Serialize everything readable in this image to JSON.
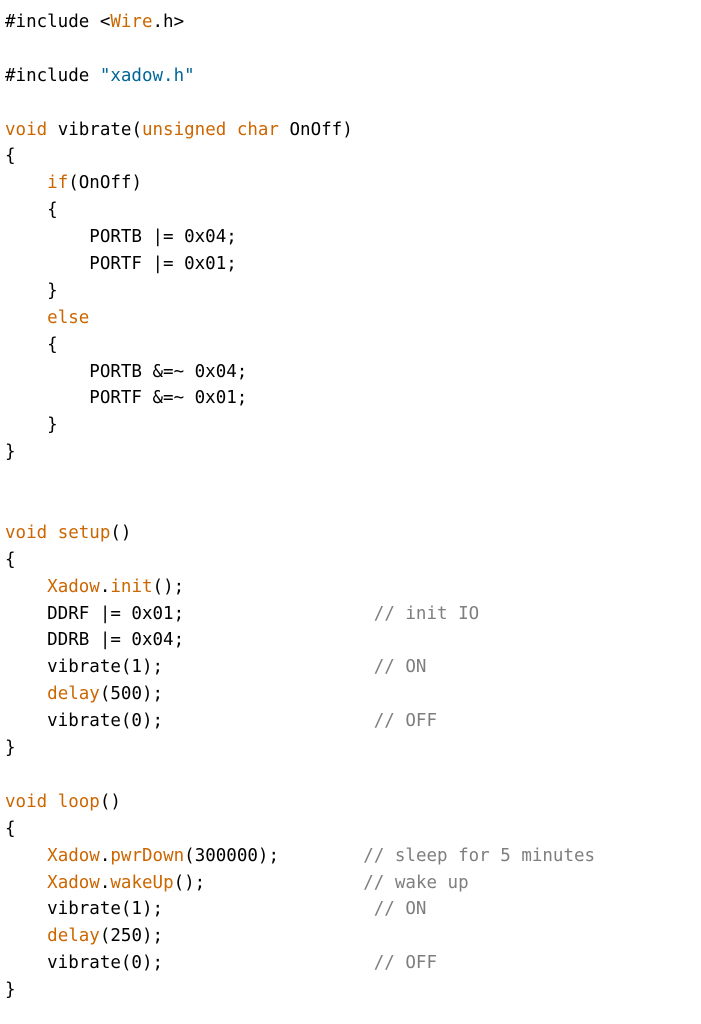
{
  "colors": {
    "default": "#000000",
    "keyword": "#cc6600",
    "string": "#006699",
    "comment": "#7e7e7e"
  },
  "code": {
    "language": "arduino",
    "lines": [
      [
        [
          "default",
          "#include <"
        ],
        [
          "keyword",
          "Wire"
        ],
        [
          "default",
          ".h>"
        ]
      ],
      [],
      [
        [
          "default",
          "#include "
        ],
        [
          "string",
          "\"xadow.h\""
        ]
      ],
      [],
      [
        [
          "keyword",
          "void"
        ],
        [
          "default",
          " vibrate("
        ],
        [
          "keyword",
          "unsigned"
        ],
        [
          "default",
          " "
        ],
        [
          "keyword",
          "char"
        ],
        [
          "default",
          " OnOff)"
        ]
      ],
      [
        [
          "default",
          "{"
        ]
      ],
      [
        [
          "default",
          "    "
        ],
        [
          "keyword",
          "if"
        ],
        [
          "default",
          "(OnOff)"
        ]
      ],
      [
        [
          "default",
          "    {"
        ]
      ],
      [
        [
          "default",
          "        PORTB |= 0x04;"
        ]
      ],
      [
        [
          "default",
          "        PORTF |= 0x01;"
        ]
      ],
      [
        [
          "default",
          "    }"
        ]
      ],
      [
        [
          "default",
          "    "
        ],
        [
          "keyword",
          "else"
        ]
      ],
      [
        [
          "default",
          "    {"
        ]
      ],
      [
        [
          "default",
          "        PORTB &=~ 0x04;"
        ]
      ],
      [
        [
          "default",
          "        PORTF &=~ 0x01;"
        ]
      ],
      [
        [
          "default",
          "    }"
        ]
      ],
      [
        [
          "default",
          "}"
        ]
      ],
      [],
      [],
      [
        [
          "keyword",
          "void"
        ],
        [
          "default",
          " "
        ],
        [
          "keyword",
          "setup"
        ],
        [
          "default",
          "()"
        ]
      ],
      [
        [
          "default",
          "{"
        ]
      ],
      [
        [
          "default",
          "    "
        ],
        [
          "keyword",
          "Xadow"
        ],
        [
          "default",
          "."
        ],
        [
          "keyword",
          "init"
        ],
        [
          "default",
          "();"
        ]
      ],
      [
        [
          "default",
          "    DDRF |= 0x01;"
        ],
        [
          "default",
          "                  "
        ],
        [
          "comment",
          "// init IO"
        ]
      ],
      [
        [
          "default",
          "    DDRB |= 0x04;"
        ]
      ],
      [
        [
          "default",
          "    vibrate(1);"
        ],
        [
          "default",
          "                    "
        ],
        [
          "comment",
          "// ON"
        ]
      ],
      [
        [
          "default",
          "    "
        ],
        [
          "keyword",
          "delay"
        ],
        [
          "default",
          "(500);"
        ]
      ],
      [
        [
          "default",
          "    vibrate(0);"
        ],
        [
          "default",
          "                    "
        ],
        [
          "comment",
          "// OFF"
        ]
      ],
      [
        [
          "default",
          "}"
        ]
      ],
      [],
      [
        [
          "keyword",
          "void"
        ],
        [
          "default",
          " "
        ],
        [
          "keyword",
          "loop"
        ],
        [
          "default",
          "()"
        ]
      ],
      [
        [
          "default",
          "{"
        ]
      ],
      [
        [
          "default",
          "    "
        ],
        [
          "keyword",
          "Xadow"
        ],
        [
          "default",
          "."
        ],
        [
          "keyword",
          "pwrDown"
        ],
        [
          "default",
          "(300000);"
        ],
        [
          "default",
          "        "
        ],
        [
          "comment",
          "// sleep for 5 minutes"
        ]
      ],
      [
        [
          "default",
          "    "
        ],
        [
          "keyword",
          "Xadow"
        ],
        [
          "default",
          "."
        ],
        [
          "keyword",
          "wakeUp"
        ],
        [
          "default",
          "();"
        ],
        [
          "default",
          "               "
        ],
        [
          "comment",
          "// wake up"
        ]
      ],
      [
        [
          "default",
          "    vibrate(1);"
        ],
        [
          "default",
          "                    "
        ],
        [
          "comment",
          "// ON"
        ]
      ],
      [
        [
          "default",
          "    "
        ],
        [
          "keyword",
          "delay"
        ],
        [
          "default",
          "(250);"
        ]
      ],
      [
        [
          "default",
          "    vibrate(0);"
        ],
        [
          "default",
          "                    "
        ],
        [
          "comment",
          "// OFF"
        ]
      ],
      [
        [
          "default",
          "}"
        ]
      ]
    ]
  }
}
